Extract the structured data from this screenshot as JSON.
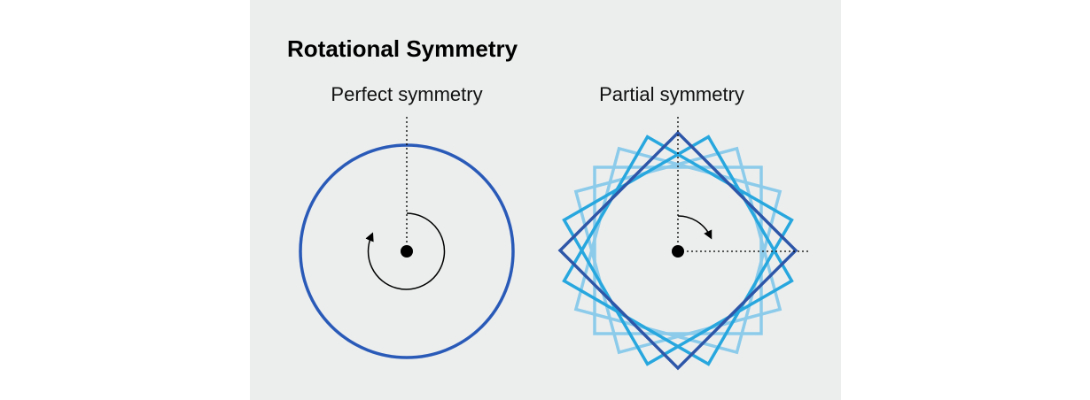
{
  "title": "Rotational Symmetry",
  "left_label": "Perfect symmetry",
  "right_label": "Partial symmetry",
  "colors": {
    "background": "#eceeee",
    "circle": "#2a5ab8",
    "square_dark": "#2e56a8",
    "square_cyan": "#27a7de",
    "square_light": "#8ccbea",
    "dot": "#000000"
  }
}
